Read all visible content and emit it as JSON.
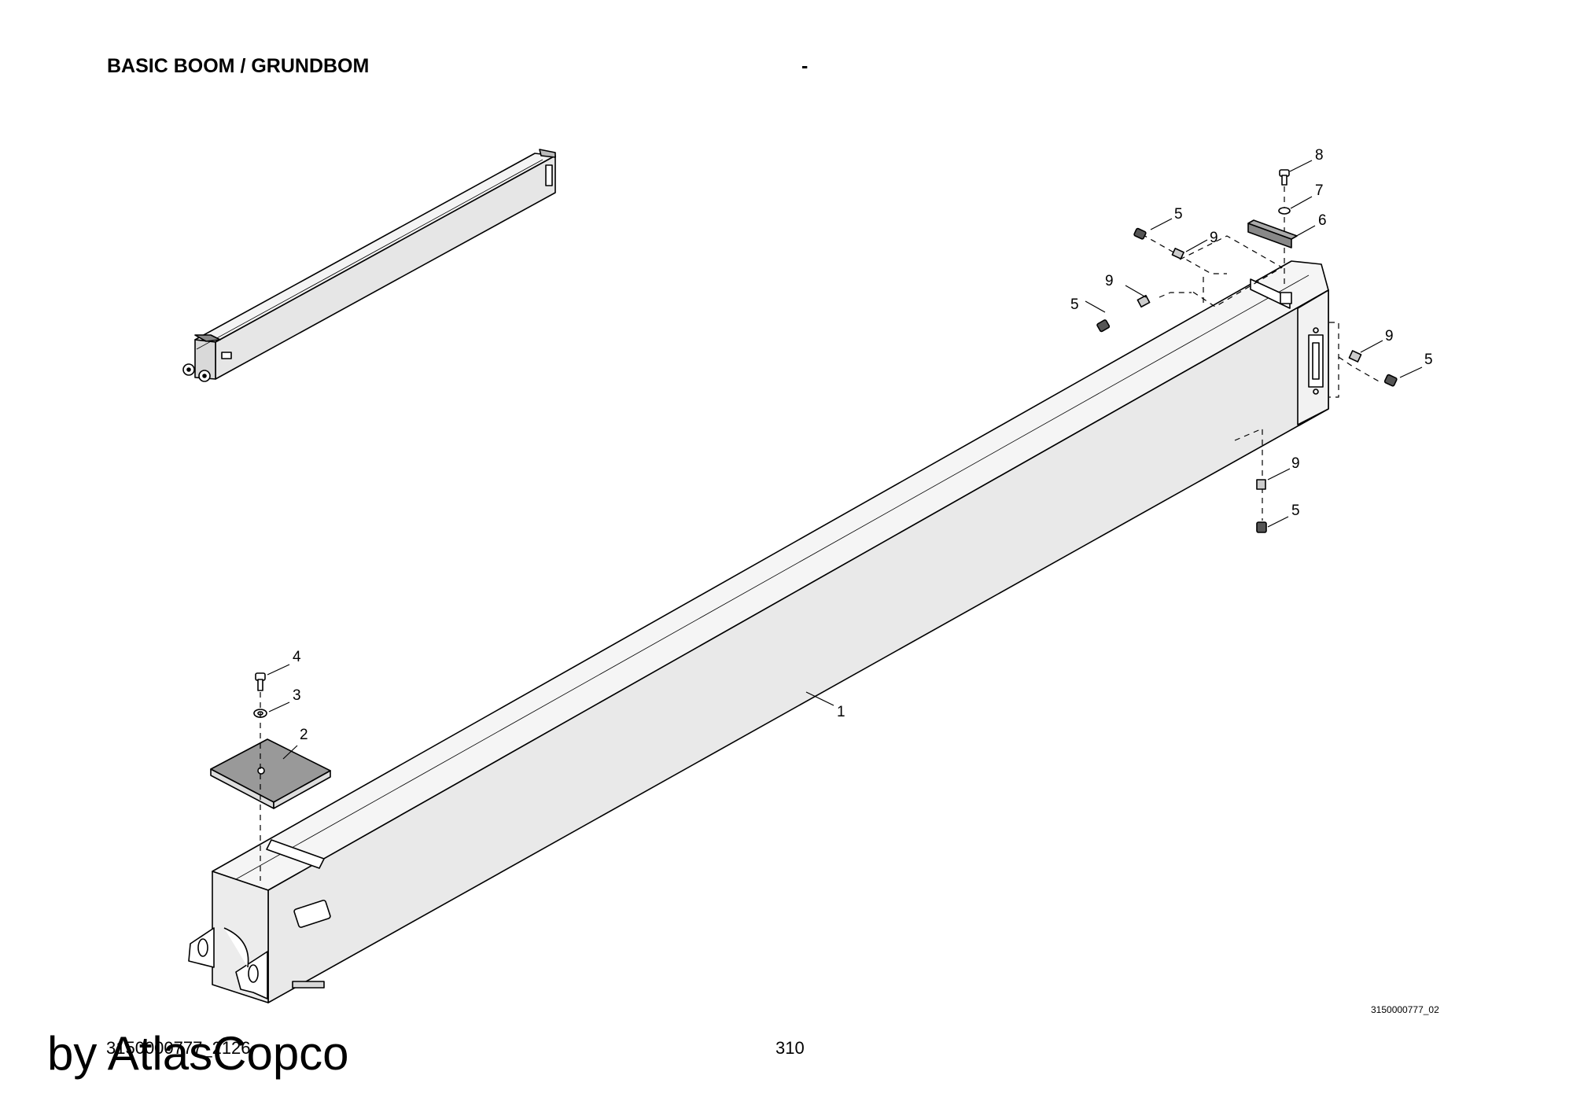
{
  "header": {
    "title": "BASIC BOOM / GRUNDBOM",
    "separator": "-"
  },
  "callouts": [
    {
      "label": "1"
    },
    {
      "label": "2"
    },
    {
      "label": "3"
    },
    {
      "label": "4"
    },
    {
      "label": "5"
    },
    {
      "label": "5"
    },
    {
      "label": "5"
    },
    {
      "label": "5"
    },
    {
      "label": "6"
    },
    {
      "label": "7"
    },
    {
      "label": "8"
    },
    {
      "label": "9"
    },
    {
      "label": "9"
    },
    {
      "label": "9"
    },
    {
      "label": "9"
    }
  ],
  "footer": {
    "figure_code": "3150000777_02",
    "document_number": "3150000777_2126",
    "page_number": "310",
    "watermark": "by AtlasCopco"
  }
}
